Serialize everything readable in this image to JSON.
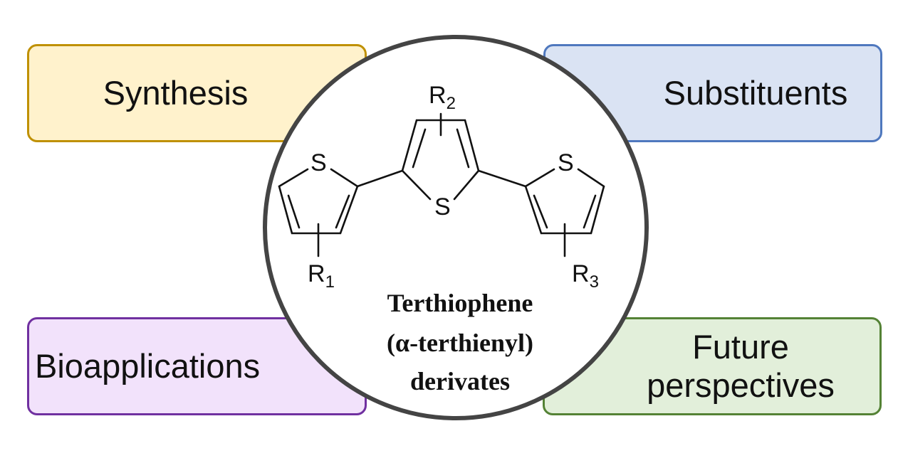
{
  "boxes": {
    "synthesis": {
      "label": "Synthesis",
      "fill": "#fff2cc",
      "border": "#bf9000"
    },
    "substituents": {
      "label": "Substituents",
      "fill": "#dae3f3",
      "border": "#4f78be"
    },
    "bioapplications": {
      "label": "Bioapplications",
      "fill": "#f2e2fb",
      "border": "#7030a0"
    },
    "future": {
      "label_line1": "Future",
      "label_line2": "perspectives",
      "fill": "#e2efda",
      "border": "#548235"
    }
  },
  "center": {
    "title_line1": "Terthiophene",
    "title_line2": "(α-terthienyl)",
    "title_line3": "derivates",
    "atoms": {
      "S": "S",
      "R": "R",
      "sub1": "1",
      "sub2": "2",
      "sub3": "3"
    }
  }
}
